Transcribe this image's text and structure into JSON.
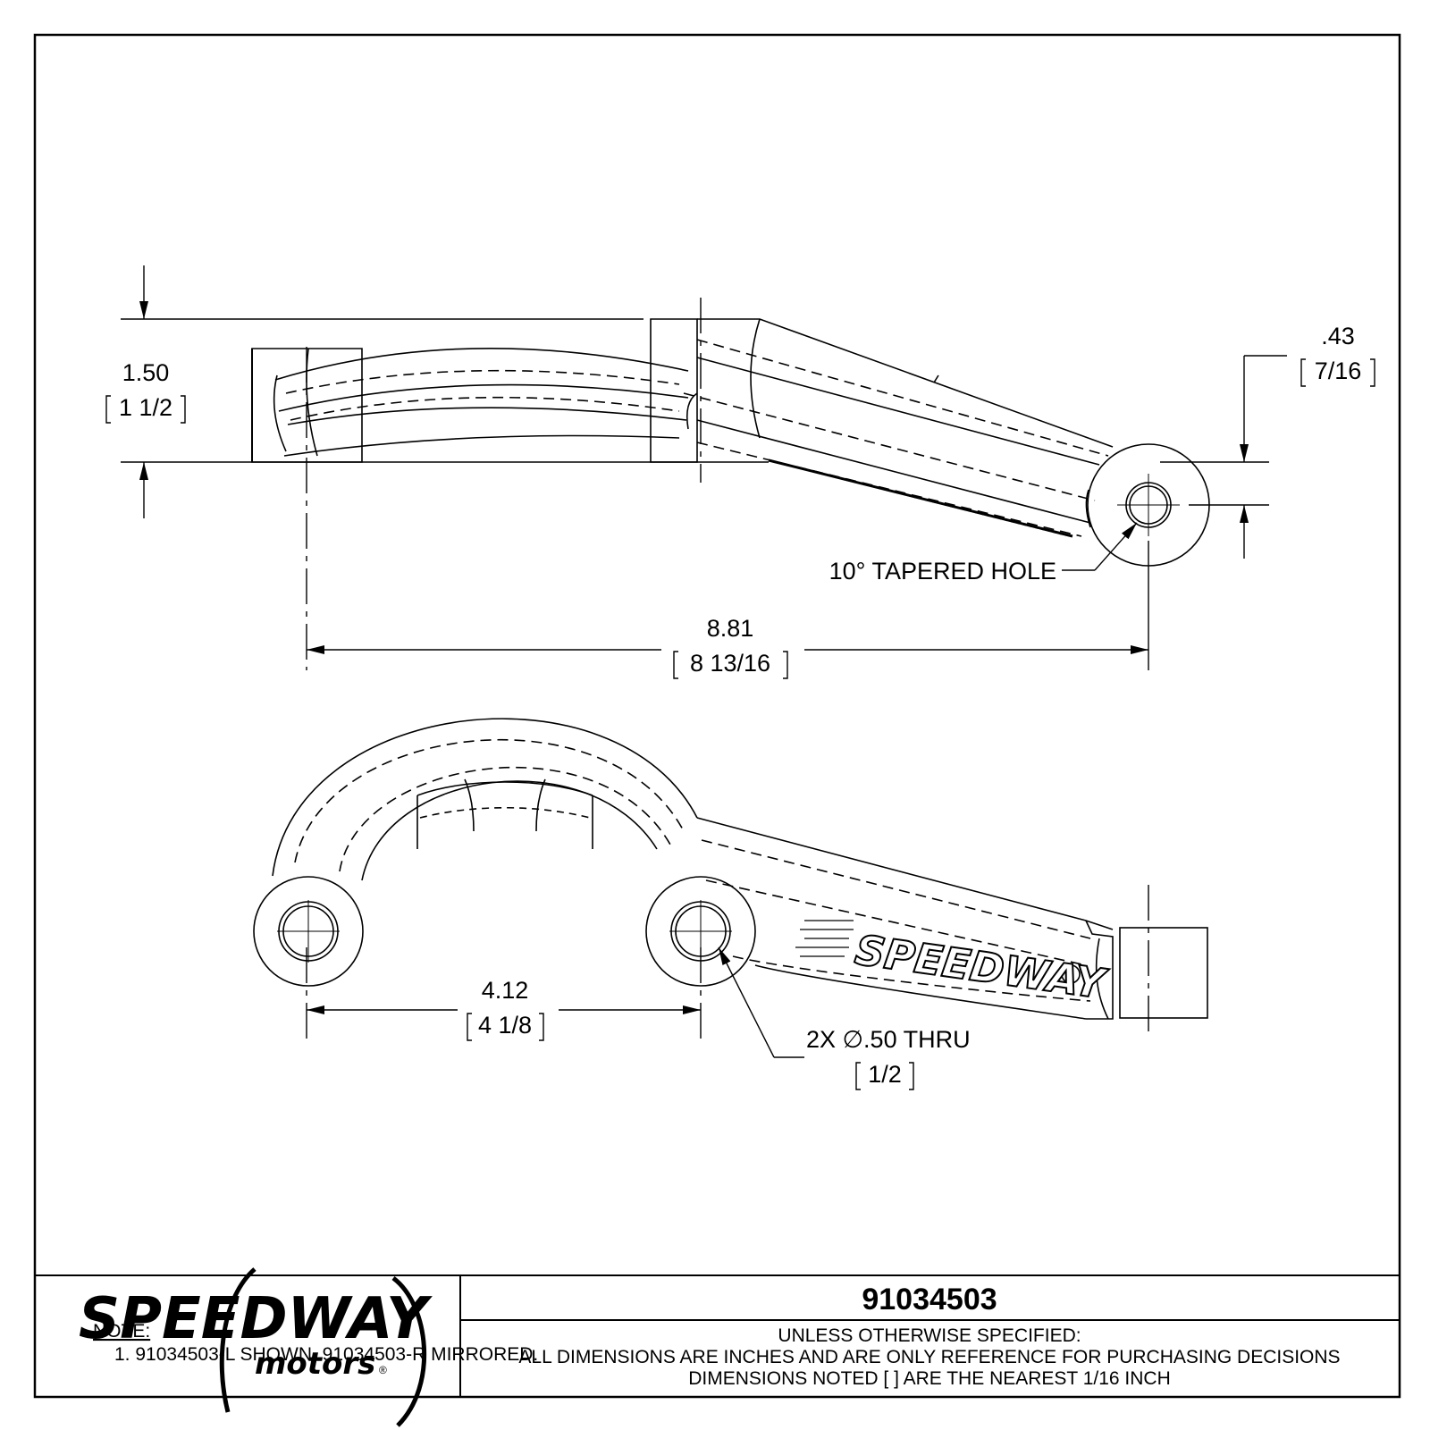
{
  "part_number": "91034503",
  "title_block": {
    "spec_heading": "UNLESS OTHERWISE SPECIFIED:",
    "spec_line1": "ALL DIMENSIONS ARE INCHES AND ARE ONLY REFERENCE FOR PURCHASING DECISIONS",
    "spec_line2": "DIMENSIONS NOTED [ ] ARE THE NEAREST 1/16 INCH"
  },
  "logo": {
    "brand": "SPEEDWAY",
    "sub": "motors",
    "mark": "®"
  },
  "notes": {
    "heading": "NOTE:",
    "item1": "1.  91034503-L SHOWN, 91034503-R MIRRORED."
  },
  "dimensions": {
    "height": {
      "decimal": "1.50",
      "fraction": "1 1/2"
    },
    "offset": {
      "decimal": ".43",
      "fraction": "7/16"
    },
    "length": {
      "decimal": "8.81",
      "fraction": "8 13/16"
    },
    "hole_spacing": {
      "decimal": "4.12",
      "fraction": "4 1/8"
    }
  },
  "callouts": {
    "tapered_hole": "10° TAPERED HOLE",
    "thru_hole": "2X  ∅.50 THRU",
    "thru_hole_fraction": "1/2"
  },
  "part_emboss": "SPEEDWAY"
}
